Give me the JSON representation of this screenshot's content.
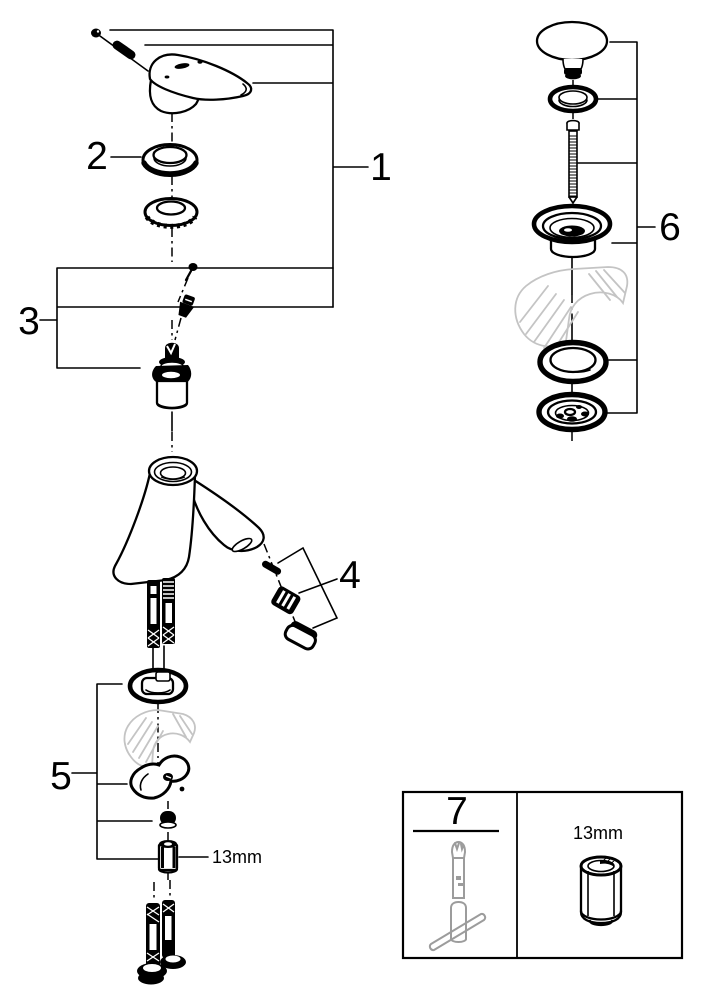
{
  "diagram": {
    "type": "exploded-parts-diagram",
    "callouts": {
      "c1": "1",
      "c2": "2",
      "c3": "3",
      "c4": "4",
      "c5": "5",
      "c6": "6",
      "c7": "7"
    },
    "dimensions": {
      "hex_nut": "13mm",
      "box_nut": "13mm"
    },
    "colors": {
      "line": "#000000",
      "ghost_part": "#c4c4c4",
      "tool_part": "#9c9c9c",
      "background": "#ffffff"
    }
  }
}
